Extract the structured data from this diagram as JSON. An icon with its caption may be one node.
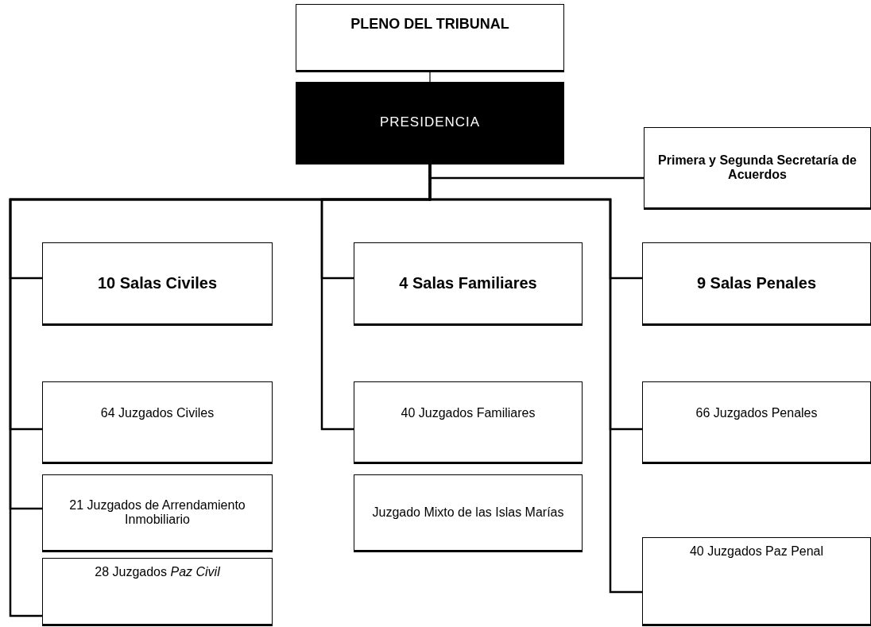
{
  "diagram": {
    "nodes": [
      {
        "text": [
          "PLENO DEL TRIBUNAL"
        ]
      },
      {
        "text": [
          "PRESIDENCIA"
        ]
      },
      {
        "text": [
          "Primera y Segunda Secretaría de Acuerdos"
        ]
      },
      {
        "text": [
          "10 Salas Civiles"
        ]
      },
      {
        "text": [
          "64 Juzgados Civiles"
        ]
      },
      {
        "text": [
          "21 Juzgados de Arrendamiento Inmobiliario"
        ]
      },
      {
        "text": [
          "28 Juzgados *Paz Civil*"
        ]
      },
      {
        "text": [
          "4 Salas Familiares"
        ]
      },
      {
        "text": [
          "40 Juzgados Familiares"
        ]
      },
      {
        "text": [
          "Juzgado Mixto de las Islas Marías"
        ]
      },
      {
        "text": [
          "9 Salas Penales"
        ]
      },
      {
        "text": [
          "66 Juzgados Penales"
        ]
      },
      {
        "text": [
          "40 Juzgados Paz Penal"
        ]
      }
    ],
    "edges": [
      {
        "from": 0,
        "to": 1,
        "arrow": "none"
      },
      {
        "from": 1,
        "to": 2,
        "arrow": "none"
      },
      {
        "from": 1,
        "to": 3,
        "arrow": "none"
      },
      {
        "from": 1,
        "to": 4,
        "arrow": "none"
      },
      {
        "from": 1,
        "to": 5,
        "arrow": "none"
      },
      {
        "from": 1,
        "to": 6,
        "arrow": "none"
      },
      {
        "from": 1,
        "to": 7,
        "arrow": "none"
      },
      {
        "from": 1,
        "to": 8,
        "arrow": "none"
      },
      {
        "from": 1,
        "to": 10,
        "arrow": "none"
      },
      {
        "from": 1,
        "to": 11,
        "arrow": "none"
      },
      {
        "from": 1,
        "to": 12,
        "arrow": "none"
      }
    ]
  }
}
